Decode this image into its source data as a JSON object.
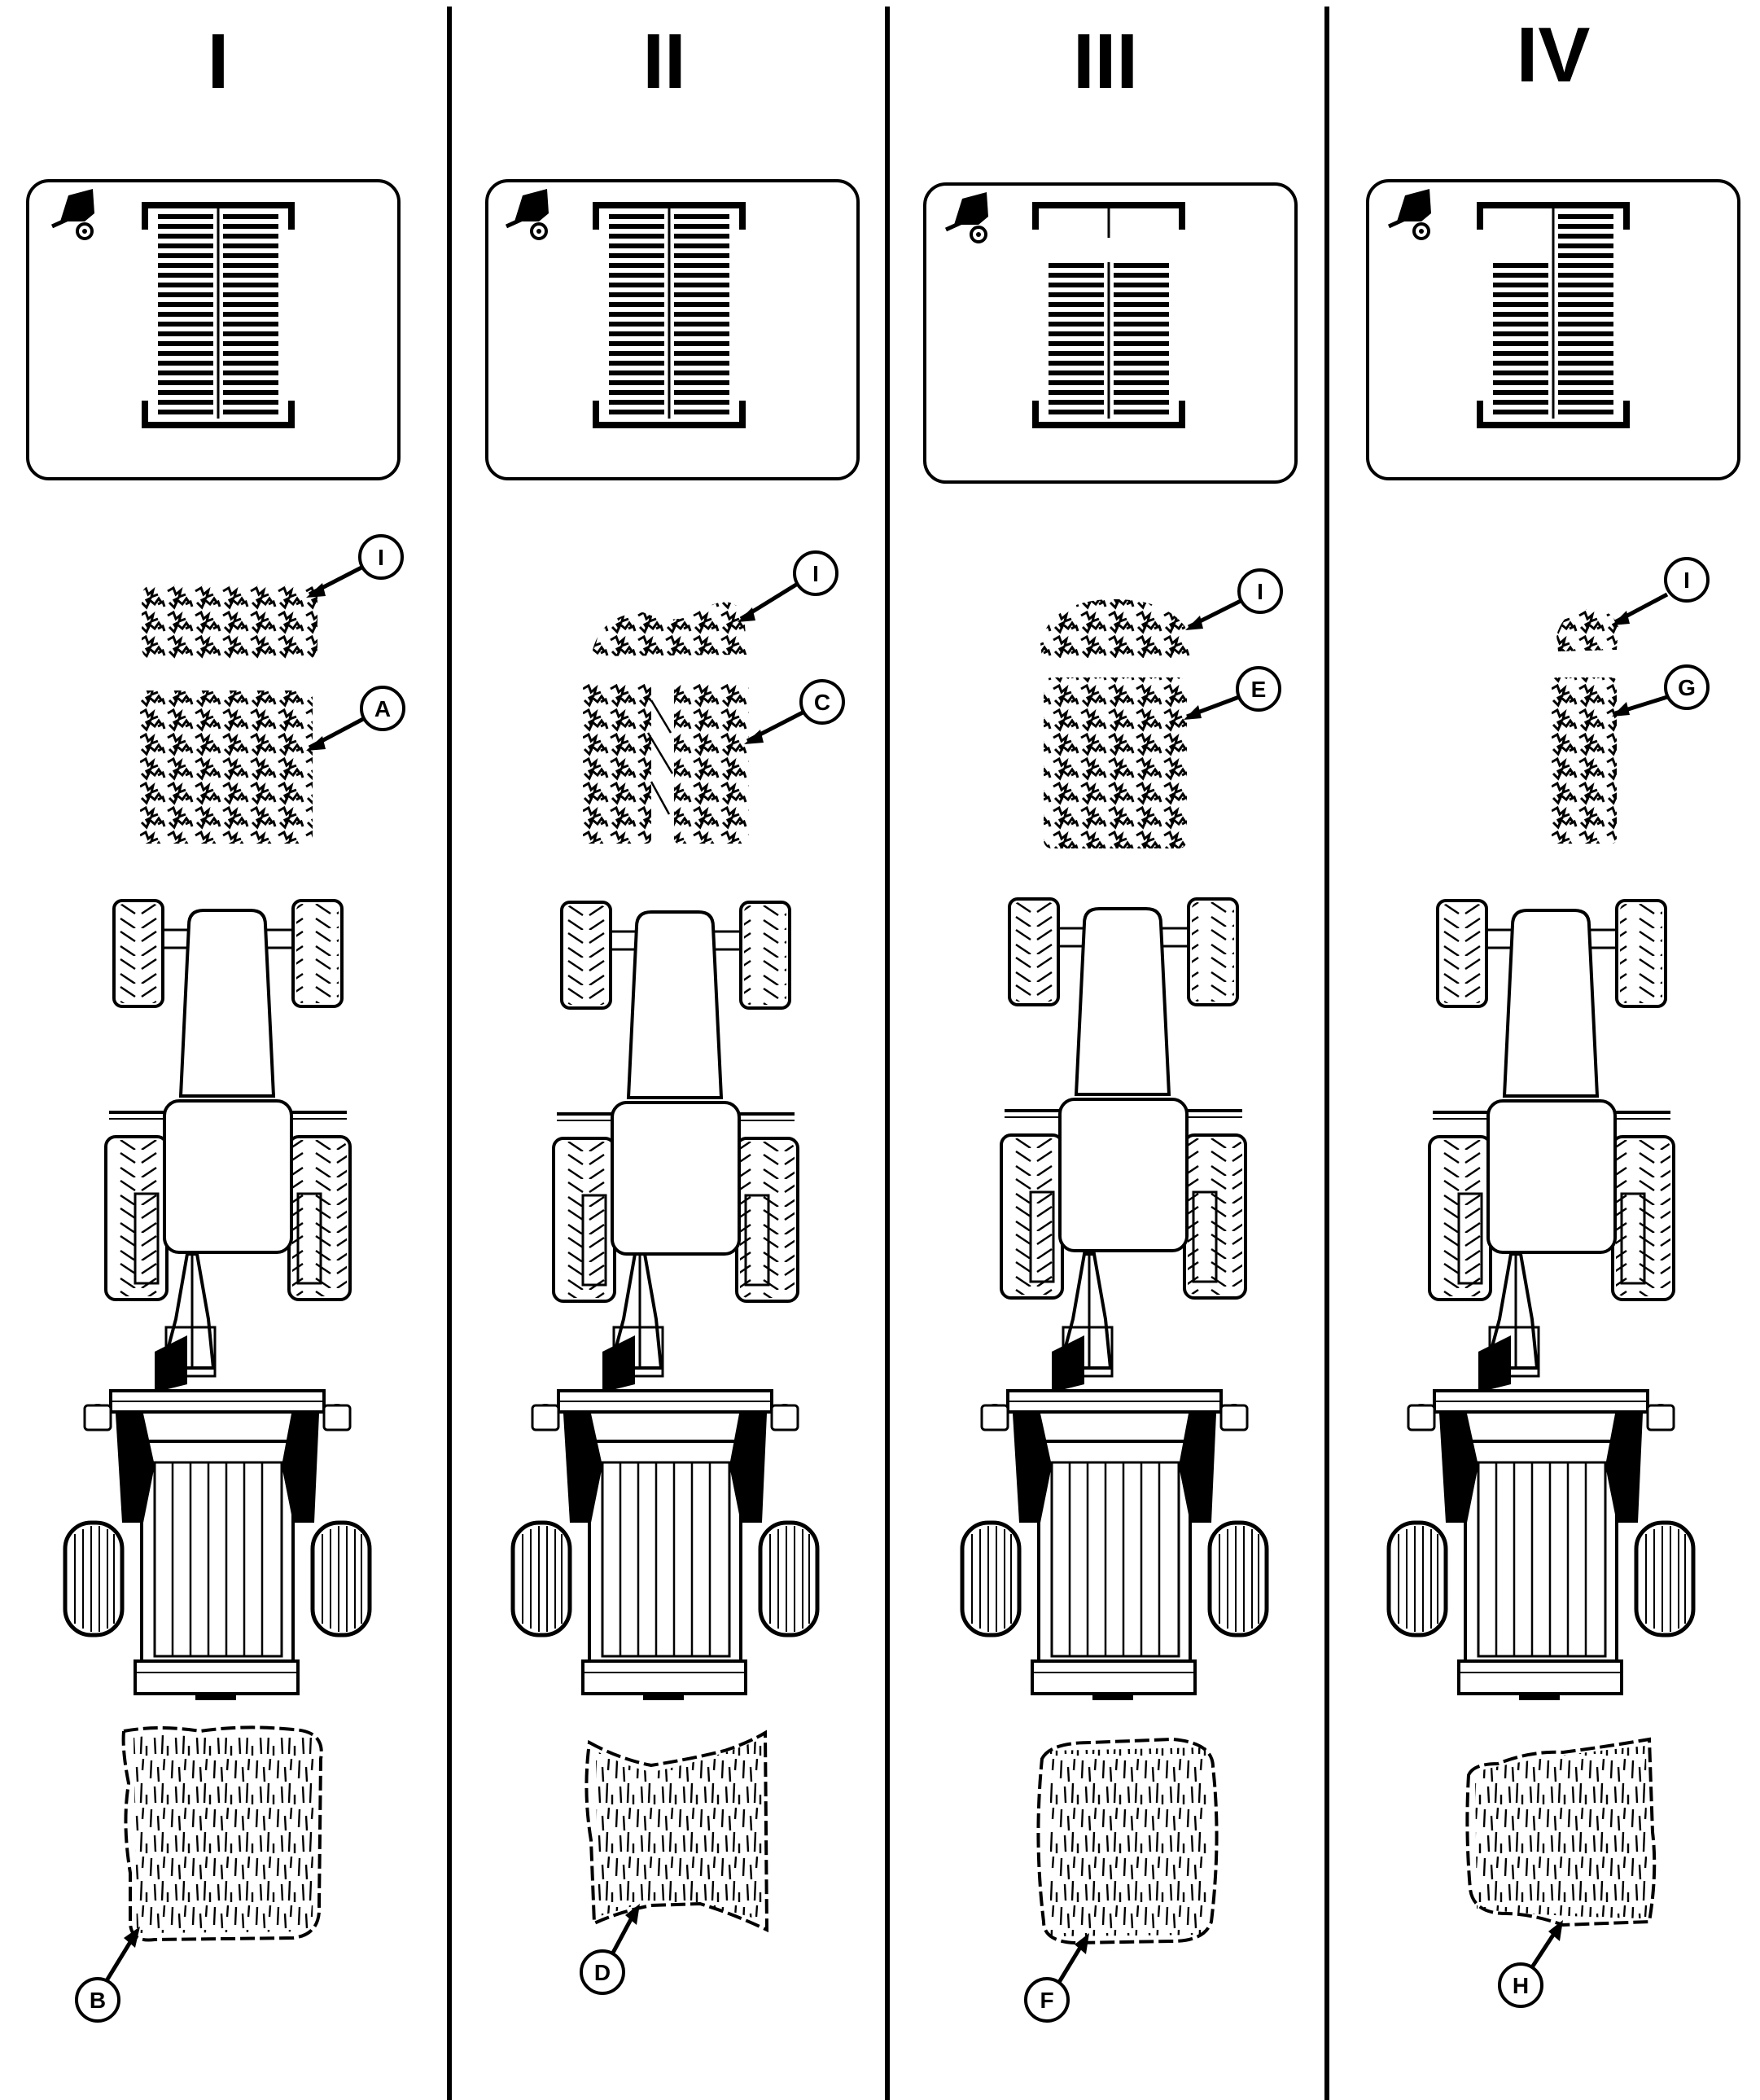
{
  "panels": [
    {
      "numeral": "I",
      "display": "full",
      "windrow_label": "A",
      "bale_label": "B",
      "bale_shape": "even"
    },
    {
      "numeral": "II",
      "display": "full",
      "windrow_label": "C",
      "bale_label": "D",
      "bale_shape": "concave"
    },
    {
      "numeral": "III",
      "display": "middle",
      "windrow_label": "E",
      "bale_label": "F",
      "bale_shape": "barrel"
    },
    {
      "numeral": "IV",
      "display": "right",
      "windrow_label": "G",
      "bale_label": "H",
      "bale_shape": "uneven"
    }
  ],
  "top_callout_label": "I",
  "icons": [
    "baler-icon",
    "bale-shape-indicator",
    "windrow",
    "tractor",
    "round-baler",
    "bale"
  ]
}
